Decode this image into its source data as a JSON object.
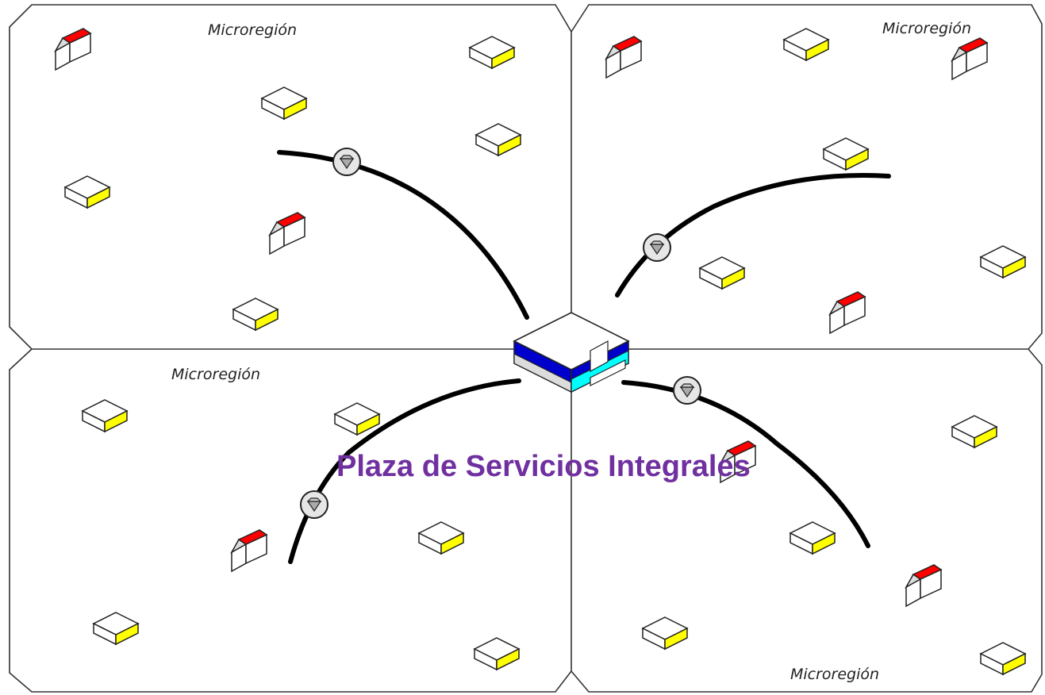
{
  "diagram": {
    "title": "Plaza de Servicios Integrales",
    "region_labels": [
      "Microregión",
      "Microregión",
      "Microregión",
      "Microregión"
    ],
    "colors": {
      "title": "#7030a0",
      "roof_red": "#ff0000",
      "box_top": "#ffffff",
      "box_side_yellow": "#ffff00",
      "plaza_blue": "#0000cc",
      "plaza_cyan": "#00ffff",
      "border": "#333333",
      "road": "#000000"
    },
    "icons": {
      "house": "house-icon",
      "small-community": "community-block-icon",
      "plaza": "plaza-building-icon",
      "road-node": "road-node-icon"
    }
  }
}
